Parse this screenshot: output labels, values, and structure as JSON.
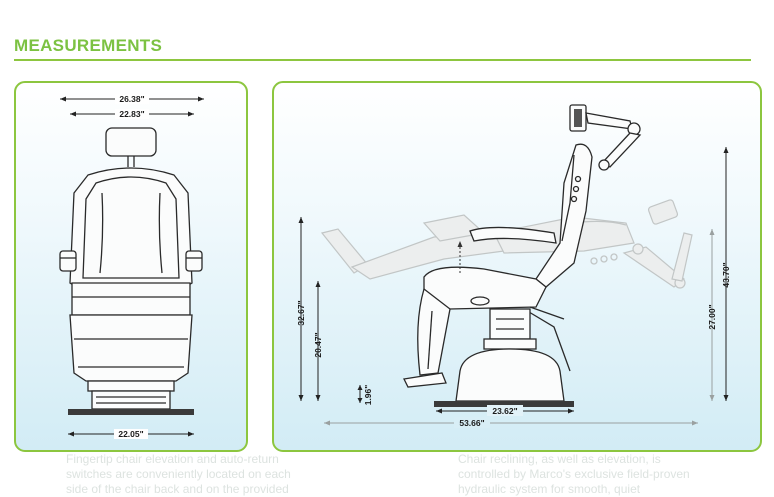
{
  "section_title": "MEASUREMENTS",
  "front_view": {
    "width_overall": "26.38\"",
    "width_back": "22.83\"",
    "width_base": "22.05\""
  },
  "side_view": {
    "height_arm": "20.47\"",
    "height_back": "32.67\"",
    "height_footrest": "1.96\"",
    "base_depth": "23.62\"",
    "length_reclined": "53.66\"",
    "height_seat_raised": "27.00\"",
    "height_overall": "43.70\""
  },
  "background_text": {
    "left_bullet": "Fingertip chair elevation and auto-return switches are conveniently located on each side of the chair back and on the provided",
    "right_bullet": "Chair reclining, as well as elevation, is controlled by Marco's exclusive field-proven hydraulic system for smooth, quiet"
  }
}
